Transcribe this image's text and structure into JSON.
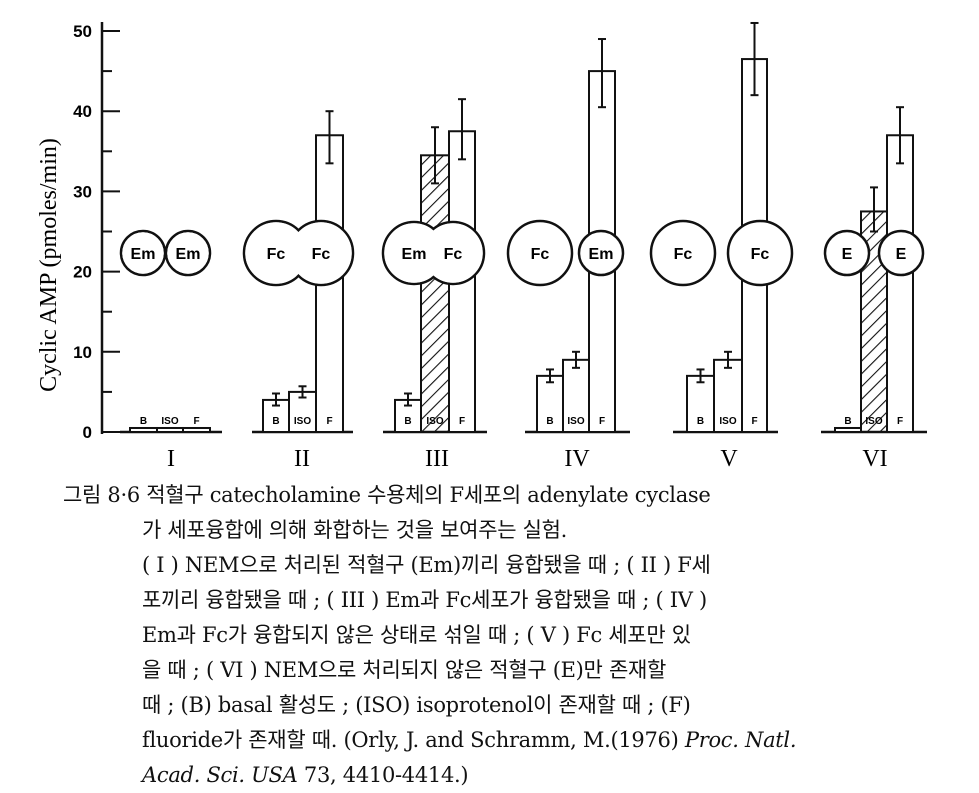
{
  "chart_data": {
    "type": "bar",
    "title": "",
    "xlabel": "",
    "ylabel": "Cyclic AMP  (pmoles/min)",
    "ylim": [
      0,
      50
    ],
    "yticks": [
      0,
      10,
      20,
      30,
      40,
      50
    ],
    "grid": false,
    "categories": [
      "I",
      "II",
      "III",
      "IV",
      "V",
      "VI"
    ],
    "bar_labels": [
      "B",
      "ISO",
      "F"
    ],
    "cell_labels": [
      [
        "Em",
        "Em"
      ],
      [
        "Fc",
        "Fc"
      ],
      [
        "Em",
        "Fc"
      ],
      [
        "Fc",
        "Em"
      ],
      [
        "Fc",
        "Fc"
      ],
      [
        "E",
        "E"
      ]
    ],
    "series": [
      {
        "name": "B",
        "values": [
          0.5,
          4,
          4,
          7,
          7,
          0.5
        ],
        "err_low": [
          null,
          3.3,
          3.3,
          6.2,
          6.2,
          null
        ],
        "err_high": [
          null,
          4.8,
          4.8,
          7.8,
          7.8,
          null
        ]
      },
      {
        "name": "ISO",
        "values": [
          0.5,
          5,
          34.5,
          9,
          9,
          27.5
        ],
        "err_low": [
          null,
          4.3,
          31,
          8,
          8,
          25
        ],
        "err_high": [
          null,
          5.7,
          38,
          10,
          10,
          30.5
        ]
      },
      {
        "name": "F",
        "values": [
          0.5,
          37,
          37.5,
          45,
          46.5,
          37
        ],
        "err_low": [
          null,
          33.5,
          34,
          40.5,
          42,
          33.5
        ],
        "err_high": [
          null,
          40,
          41.5,
          49,
          51,
          40.5
        ]
      }
    ],
    "hatched": [
      [
        false,
        false,
        false
      ],
      [
        false,
        false,
        false
      ],
      [
        false,
        true,
        false
      ],
      [
        false,
        false,
        false
      ],
      [
        false,
        false,
        false
      ],
      [
        false,
        true,
        false
      ]
    ]
  },
  "caption": {
    "lines": [
      "그림 8·6  적혈구 catecholamine 수용체의 F세포의 adenylate cyclase",
      "가 세포융합에 의해 화합하는 것을 보여주는 실험.",
      "( I ) NEM으로 처리된 적혈구 (Em)끼리 융합됐을 때 ; ( II ) F세",
      "포끼리 융합됐을 때 ; ( III ) Em과 Fc세포가 융합됐을 때 ; ( IV )",
      "Em과 Fc가 융합되지 않은 상태로 섞일 때 ; ( V ) Fc 세포만 있",
      "을 때 ; ( VI ) NEM으로 처리되지 않은 적혈구 (E)만 존재할",
      "때 ; (B) basal 활성도 ; (ISO) isoprotenol이 존재할 때 ; (F)",
      "fluoride가 존재할 때. (Orly, J. and Schramm, M.(1976) ",
      "Proc. Natl.",
      "Acad. Sci. USA",
      " 73, 4410-4414.)"
    ]
  }
}
